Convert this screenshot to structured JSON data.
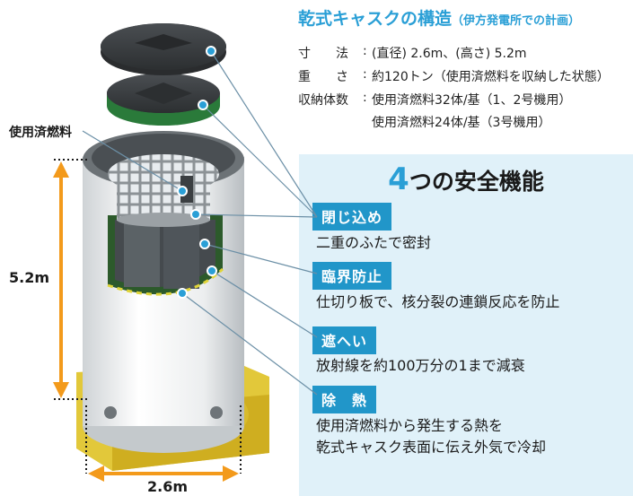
{
  "title": {
    "main": "乾式キャスク",
    "mid": "の",
    "main2": "構造",
    "sub": "（伊方発電所での計画）"
  },
  "specs": [
    {
      "key": "寸　　法",
      "value": "(直径) 2.6m、(高さ) 5.2m"
    },
    {
      "key": "重　　さ",
      "value": "約120トン（使用済燃料を収納した状態）"
    },
    {
      "key": "収納体数",
      "value": "使用済燃料32体/基（1、2号機用）"
    },
    {
      "key": "",
      "value": "使用済燃料24体/基（3号機用）"
    }
  ],
  "spec_sep": ":",
  "labels": {
    "fuel": "使用済燃料",
    "height": "5.2m",
    "diameter": "2.6m"
  },
  "panel": {
    "heading_num": "4",
    "heading_text": "つの安全機能",
    "functions": [
      {
        "name": "閉じ込め",
        "lines": [
          "二重のふたで密封"
        ]
      },
      {
        "name": "臨界防止",
        "lines": [
          "仕切り板で、核分裂の連鎖反応を防止"
        ]
      },
      {
        "name": "遮へい",
        "lines": [
          "放射線を約100万分の1まで減衰"
        ]
      },
      {
        "name": "除　熱",
        "lines": [
          "使用済燃料から発生する熱を",
          "乾式キャスク表面に伝え外気で冷却"
        ]
      }
    ]
  },
  "colors": {
    "accent": "#2a9fd6",
    "tag": "#2196c9",
    "panel": "#e0f1f9",
    "dimension": "#f39a1b",
    "lid": "#3a3d40",
    "base": "#e2c83a"
  }
}
